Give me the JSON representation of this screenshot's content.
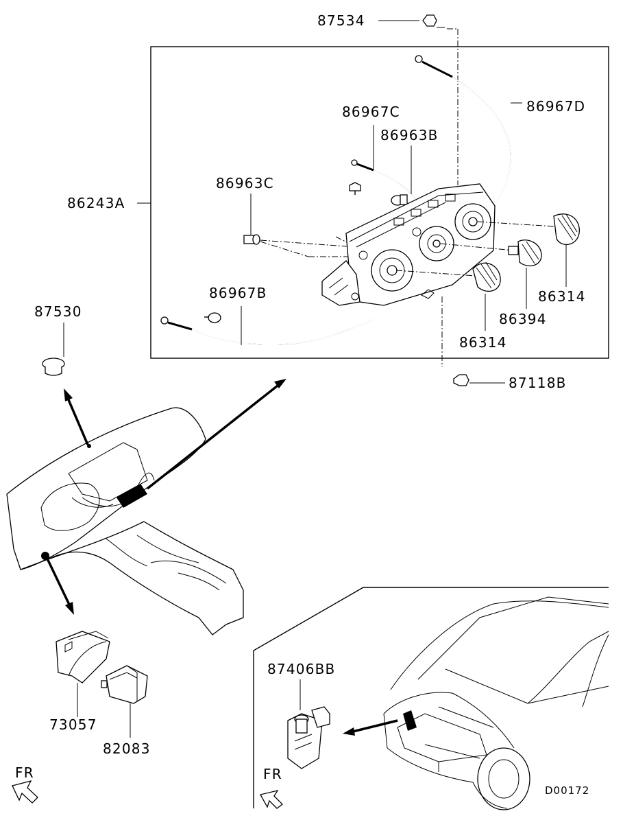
{
  "labels": {
    "p87534": "87534",
    "p86967D": "86967D",
    "p86967C": "86967C",
    "p86963B": "86963B",
    "p86963C": "86963C",
    "p86243A": "86243A",
    "p86967B": "86967B",
    "p86314_right": "86314",
    "p86394": "86394",
    "p86314_lower": "86314",
    "p87530": "87530",
    "p87118B": "87118B",
    "p73057": "73057",
    "p82083": "82083",
    "p87406BB": "87406BB",
    "fr_left": "FR",
    "fr_right": "FR",
    "diagram_code": "D00172"
  }
}
